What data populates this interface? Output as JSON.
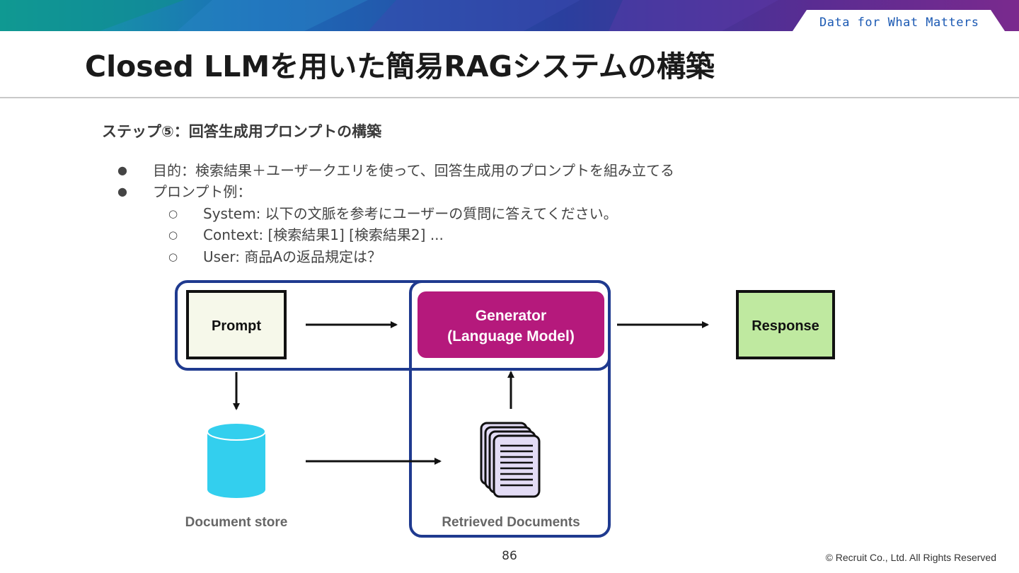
{
  "header": {
    "tagline": "Data for What Matters",
    "title": "Closed LLMを用いた簡易RAGシステムの構築"
  },
  "content": {
    "step_heading": "ステップ⑤：回答生成用プロンプトの構築",
    "bullets": [
      {
        "marker": "●",
        "text": "目的：検索結果＋ユーザークエリを使って、回答生成用のプロンプトを組み立てる"
      },
      {
        "marker": "●",
        "text": "プロンプト例："
      }
    ],
    "sub_bullets": [
      {
        "marker": "○",
        "text": "System: 以下の文脈を参考にユーザーの質問に答えてください。"
      },
      {
        "marker": "○",
        "text": "Context: [検索結果1] [検索結果2] ..."
      },
      {
        "marker": "○",
        "text": "User: 商品Aの返品規定は？"
      }
    ]
  },
  "diagram": {
    "prompt_label": "Prompt",
    "generator_line1": "Generator",
    "generator_line2": "(Language Model)",
    "response_label": "Response",
    "document_store_label": "Document store",
    "retrieved_docs_label": "Retrieved Documents",
    "colors": {
      "highlight_border": "#1f3a8f",
      "generator_fill": "#b5197c",
      "prompt_fill": "#f6f8ea",
      "response_fill": "#bfe9a0",
      "db_fill": "#33cfee",
      "docs_fill": "#e3dcf5"
    }
  },
  "footer": {
    "page_number": "86",
    "copyright": "© Recruit Co., Ltd. All Rights Reserved"
  }
}
